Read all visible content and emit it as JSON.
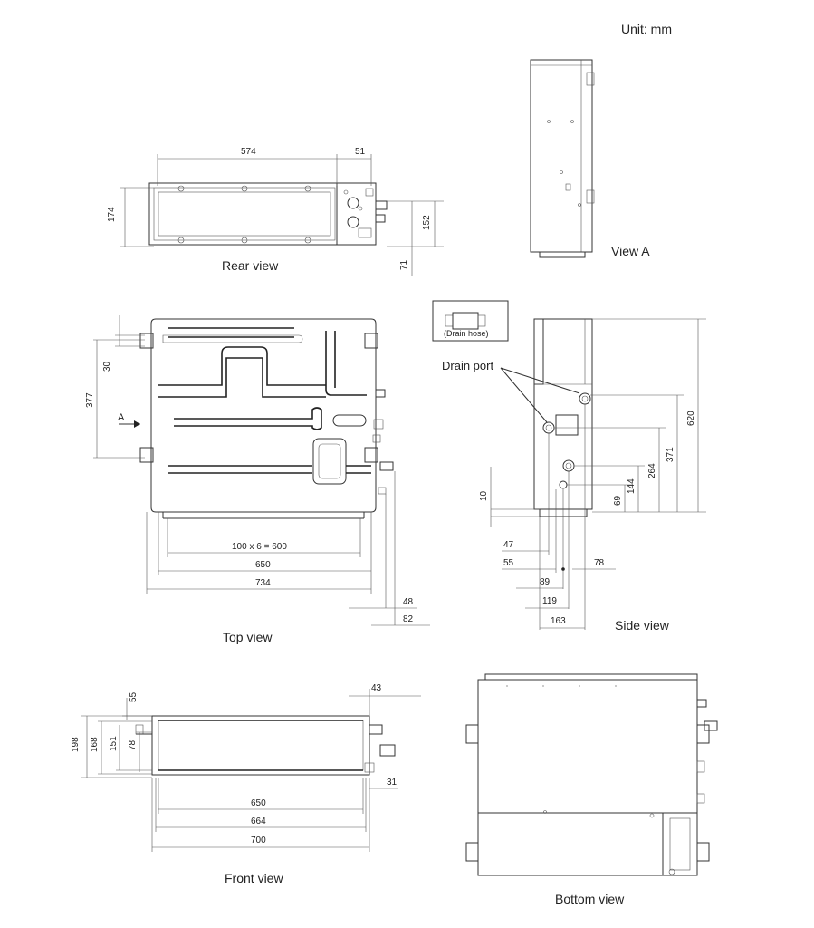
{
  "unit_label": "Unit: mm",
  "views": {
    "rear": "Rear view",
    "view_a": "View A",
    "top": "Top view",
    "side": "Side view",
    "front": "Front view",
    "bottom": "Bottom view"
  },
  "drain_hose": "(Drain hose)",
  "drain_port": "Drain port",
  "arrow_a": "A",
  "dims": {
    "rear_574": "574",
    "rear_51": "51",
    "rear_174": "174",
    "rear_152": "152",
    "rear_71": "71",
    "top_30": "30",
    "top_377": "377",
    "top_600": "100 x 6 = 600",
    "top_650": "650",
    "top_734": "734",
    "top_48": "48",
    "top_82": "82",
    "side_620": "620",
    "side_371": "371",
    "side_264": "264",
    "side_144": "144",
    "side_69": "69",
    "side_10": "10",
    "side_47": "47",
    "side_55": "55",
    "side_78": "78",
    "side_89": "89",
    "side_119": "119",
    "side_163": "163",
    "front_55": "55",
    "front_43": "43",
    "front_198": "198",
    "front_168": "168",
    "front_151": "151",
    "front_78": "78",
    "front_31": "31",
    "front_650": "650",
    "front_664": "664",
    "front_700": "700"
  }
}
